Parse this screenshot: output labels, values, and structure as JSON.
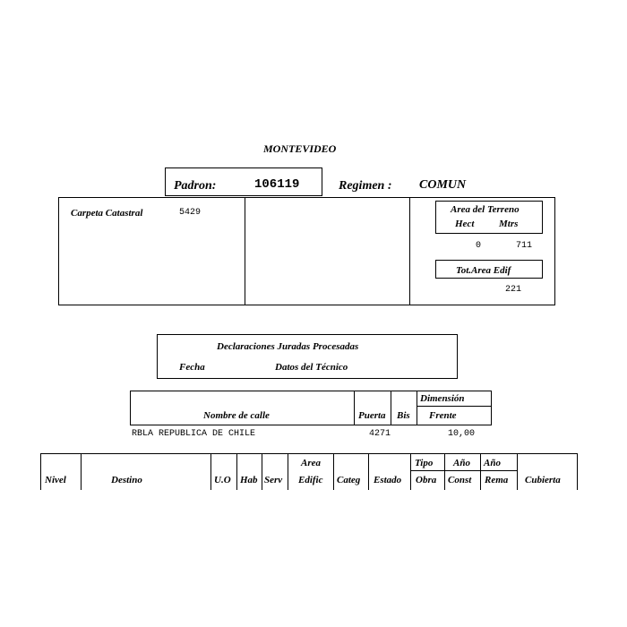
{
  "city": "MONTEVIDEO",
  "padron": {
    "label": "Padron:",
    "value": "106119"
  },
  "regimen": {
    "label": "Regimen :",
    "value": "COMUN"
  },
  "carpeta": {
    "label": "Carpeta Catastral",
    "value": "5429"
  },
  "area_terreno": {
    "title": "Area del Terreno",
    "hect_label": "Hect",
    "mtrs_label": "Mtrs",
    "hect": "0",
    "mtrs": "711"
  },
  "tot_area": {
    "label": "Tot.Area Edif",
    "value": "221"
  },
  "declaraciones": {
    "title": "Declaraciones Juradas Procesadas",
    "fecha": "Fecha",
    "datos": "Datos del Técnico"
  },
  "calle": {
    "headers": {
      "nombre": "Nombre de calle",
      "puerta": "Puerta",
      "bis": "Bis",
      "dimension": "Dimensión",
      "frente": "Frente"
    },
    "row": {
      "nombre": "RBLA REPUBLICA DE CHILE",
      "puerta": "4271",
      "frente": "10,00"
    }
  },
  "niveles": {
    "headers": {
      "nivel": "Nivel",
      "destino": "Destino",
      "uo": "U.O",
      "hab": "Hab",
      "serv": "Serv",
      "area_top": "Area",
      "area_bottom": "Edific",
      "categ": "Categ",
      "estado": "Estado",
      "tipo_top": "Tipo",
      "tipo_bottom": "Obra",
      "ano_const_top": "Año",
      "ano_const_bottom": "Const",
      "ano_rema_top": "Año",
      "ano_rema_bottom": "Rema",
      "cubierta": "Cubierta"
    }
  }
}
